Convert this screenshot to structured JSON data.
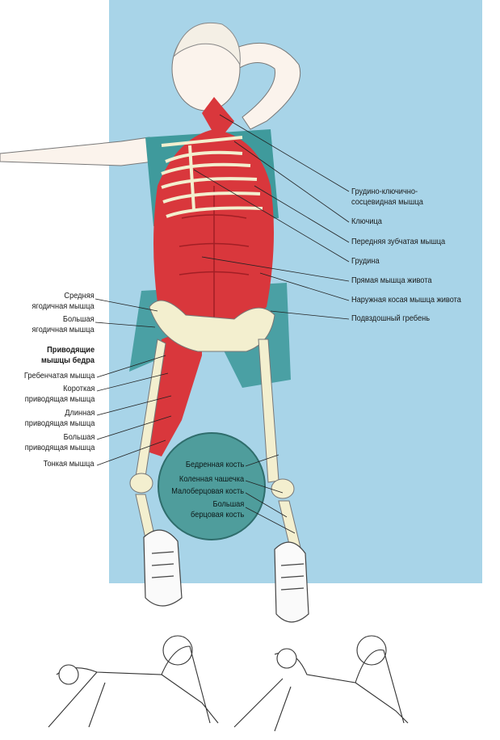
{
  "colors": {
    "mat": "#a8d4e8",
    "muscle": "#d9373c",
    "ball": "#4f9d9c",
    "bone": "#f3efcf",
    "outfit": "#3f9a9c"
  },
  "labels_right": [
    {
      "line1": "Грудино-ключично-",
      "line2": "сосцевидная мышца"
    },
    {
      "line1": "Ключица"
    },
    {
      "line1": "Передняя зубчатая мышца"
    },
    {
      "line1": "Грудина"
    },
    {
      "line1": "Прямая мышца живота"
    },
    {
      "line1": "Наружная косая мышца живота"
    },
    {
      "line1": "Подвздошный гребень"
    }
  ],
  "labels_left": [
    {
      "line1": "Средняя",
      "line2": "ягодичная мышца"
    },
    {
      "line1": "Большая",
      "line2": "ягодичная мышца"
    }
  ],
  "adductors": {
    "heading1": "Приводящие",
    "heading2": "мышцы бедра",
    "items": [
      {
        "line1": "Гребенчатая мышца"
      },
      {
        "line1": "Короткая",
        "line2": "приводящая мышца"
      },
      {
        "line1": "Длинная",
        "line2": "приводящая мышца"
      },
      {
        "line1": "Большая",
        "line2": "приводящая мышца"
      },
      {
        "line1": "Тонкая мышца"
      }
    ]
  },
  "labels_ball": [
    {
      "line1": "Бедренная кость"
    },
    {
      "line1": "Коленная чашечка"
    },
    {
      "line1": "Малоберцовая кость"
    },
    {
      "line1": "Большая",
      "line2": "берцовая кость"
    }
  ]
}
